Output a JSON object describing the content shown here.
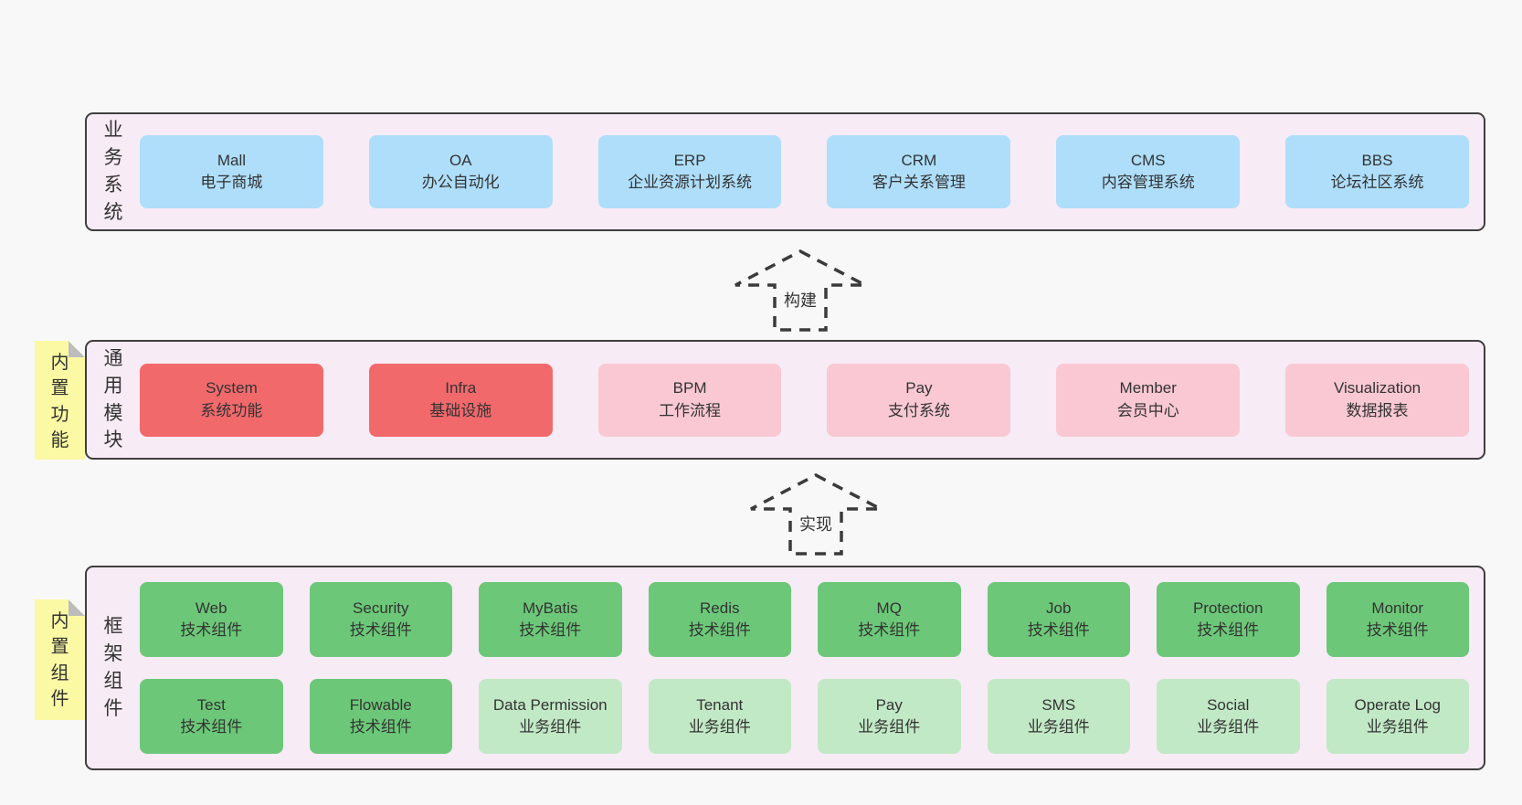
{
  "colors": {
    "page_bg": "#f8f8f8",
    "band_bg": "#f7ebf5",
    "band_border": "#3f3f3f",
    "blue": "#aedefa",
    "red": "#f2696c",
    "pink": "#f9c8d3",
    "green": "#6cc878",
    "green_light": "#c2e9c6",
    "note_yellow": "#fbf9a3",
    "text": "#333333"
  },
  "arrows": [
    {
      "label": "构建"
    },
    {
      "label": "实现"
    }
  ],
  "bands": [
    {
      "label": "业务系统",
      "note": "",
      "rows": [
        [
          {
            "en": "Mall",
            "zh": "电子商城",
            "variant": "blue"
          },
          {
            "en": "OA",
            "zh": "办公自动化",
            "variant": "blue"
          },
          {
            "en": "ERP",
            "zh": "企业资源计划系统",
            "variant": "blue"
          },
          {
            "en": "CRM",
            "zh": "客户关系管理",
            "variant": "blue"
          },
          {
            "en": "CMS",
            "zh": "内容管理系统",
            "variant": "blue"
          },
          {
            "en": "BBS",
            "zh": "论坛社区系统",
            "variant": "blue"
          }
        ]
      ]
    },
    {
      "label": "通用模块",
      "note": "内置功能",
      "rows": [
        [
          {
            "en": "System",
            "zh": "系统功能",
            "variant": "red"
          },
          {
            "en": "Infra",
            "zh": "基础设施",
            "variant": "red"
          },
          {
            "en": "BPM",
            "zh": "工作流程",
            "variant": "pink"
          },
          {
            "en": "Pay",
            "zh": "支付系统",
            "variant": "pink"
          },
          {
            "en": "Member",
            "zh": "会员中心",
            "variant": "pink"
          },
          {
            "en": "Visualization",
            "zh": "数据报表",
            "variant": "pink"
          }
        ]
      ]
    },
    {
      "label": "框架组件",
      "note": "内置组件",
      "rows": [
        [
          {
            "en": "Web",
            "zh": "技术组件",
            "variant": "green"
          },
          {
            "en": "Security",
            "zh": "技术组件",
            "variant": "green"
          },
          {
            "en": "MyBatis",
            "zh": "技术组件",
            "variant": "green"
          },
          {
            "en": "Redis",
            "zh": "技术组件",
            "variant": "green"
          },
          {
            "en": "MQ",
            "zh": "技术组件",
            "variant": "green"
          },
          {
            "en": "Job",
            "zh": "技术组件",
            "variant": "green"
          },
          {
            "en": "Protection",
            "zh": "技术组件",
            "variant": "green"
          },
          {
            "en": "Monitor",
            "zh": "技术组件",
            "variant": "green"
          }
        ],
        [
          {
            "en": "Test",
            "zh": "技术组件",
            "variant": "green"
          },
          {
            "en": "Flowable",
            "zh": "技术组件",
            "variant": "green"
          },
          {
            "en": "Data Permission",
            "zh": "业务组件",
            "variant": "green-light"
          },
          {
            "en": "Tenant",
            "zh": "业务组件",
            "variant": "green-light"
          },
          {
            "en": "Pay",
            "zh": "业务组件",
            "variant": "green-light"
          },
          {
            "en": "SMS",
            "zh": "业务组件",
            "variant": "green-light"
          },
          {
            "en": "Social",
            "zh": "业务组件",
            "variant": "green-light"
          },
          {
            "en": "Operate Log",
            "zh": "业务组件",
            "variant": "green-light"
          }
        ]
      ]
    }
  ]
}
